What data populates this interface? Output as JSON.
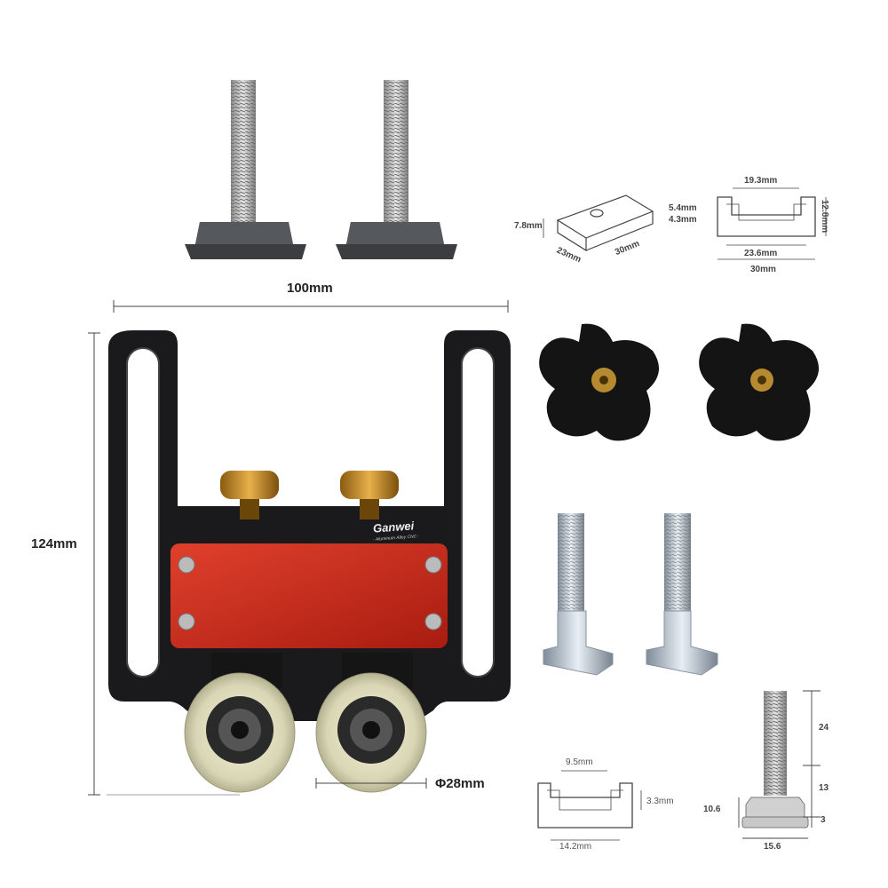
{
  "product": {
    "brand": "Ganwei",
    "brand_tagline": "· Aluminum Alloy CNC ·"
  },
  "dimensions": {
    "width_total": "100mm",
    "height_total": "124mm",
    "wheel_diameter": "Φ28mm"
  },
  "slider_block": {
    "height": "7.8mm",
    "width": "23mm",
    "length": "30mm"
  },
  "t_track_profile": {
    "top_opening": "19.3mm",
    "lip_thickness_1": "5.4mm",
    "lip_thickness_2": "4.3mm",
    "total_height": "12.8mm",
    "inner_width": "23.6mm",
    "outer_width": "30mm"
  },
  "small_track_profile": {
    "top_opening": "9.5mm",
    "depth": "3.3mm",
    "width": "14.2mm"
  },
  "t_bolt": {
    "thread_length": "24",
    "shank_length": "13",
    "head_height": "3",
    "head_side": "10.6",
    "head_width": "15.6"
  }
}
